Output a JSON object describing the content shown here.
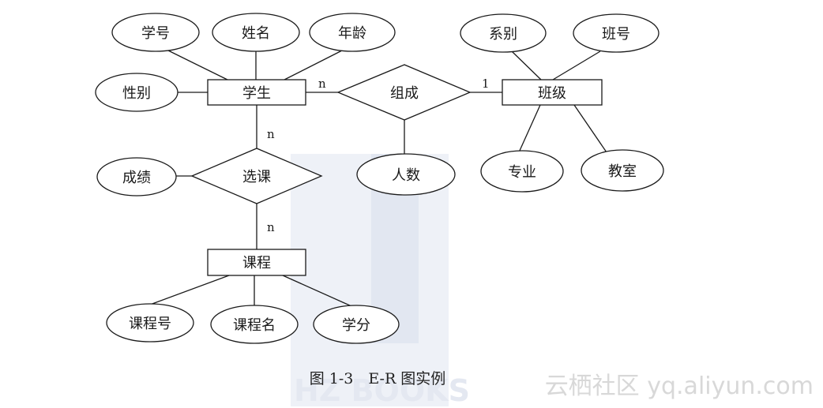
{
  "entities": {
    "student": "学生",
    "class": "班级",
    "course": "课程"
  },
  "relationships": {
    "compose": "组成",
    "select": "选课"
  },
  "attributes": {
    "student_no": "学号",
    "name": "姓名",
    "age": "年龄",
    "gender": "性别",
    "department": "系别",
    "class_no": "班号",
    "count": "人数",
    "major": "专业",
    "classroom": "教室",
    "grade": "成绩",
    "course_no": "课程号",
    "course_name": "课程名",
    "credit": "学分"
  },
  "cardinalities": {
    "student_compose": "n",
    "class_compose": "1",
    "student_select": "n",
    "course_select": "n"
  },
  "caption": "图 1-3　E-R 图实例",
  "watermark": "云栖社区 yq.aliyun.com",
  "background_logo": "HZ BOOKS",
  "colors": {
    "line": "#1a1a1a",
    "watermark": "#d8d8d8",
    "logo": "#e4e8f1"
  }
}
